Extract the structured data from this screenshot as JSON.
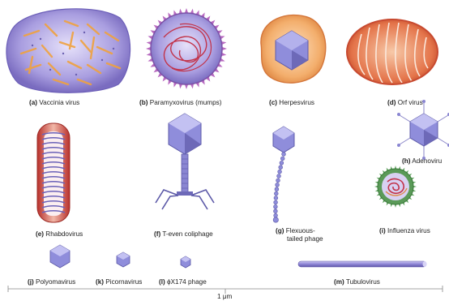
{
  "colors": {
    "envelope": "#9b8fd6",
    "envelope_light": "#cfc8f3",
    "capsid": "#8f8ddb",
    "capsid_dark": "#5d5aa8",
    "orange": "#f0a460",
    "red_rna": "#c4344a",
    "scale_line": "#888888"
  },
  "labels": [
    {
      "key": "(a)",
      "text": "Vaccinia virus"
    },
    {
      "key": "(b)",
      "text": "Paramyxovirus (mumps)"
    },
    {
      "key": "(c)",
      "text": "Herpesvirus"
    },
    {
      "key": "(d)",
      "text": "Orf virus"
    },
    {
      "key": "(e)",
      "text": "Rhabdovirus"
    },
    {
      "key": "(f)",
      "text": "T-even coliphage"
    },
    {
      "key": "(g)",
      "text": "Flexuous-",
      "text2": "tailed phage"
    },
    {
      "key": "(h)",
      "text": "Adenoviru"
    },
    {
      "key": "(i)",
      "text": "Influenza virus"
    },
    {
      "key": "(j)",
      "text": "Polyomavirus"
    },
    {
      "key": "(k)",
      "text": "Picornavirus"
    },
    {
      "key": "(l)",
      "text": "ϕX174 phage"
    },
    {
      "key": "(m)",
      "text": "Tubulovirus"
    }
  ],
  "scale": {
    "label": "1 μm"
  }
}
